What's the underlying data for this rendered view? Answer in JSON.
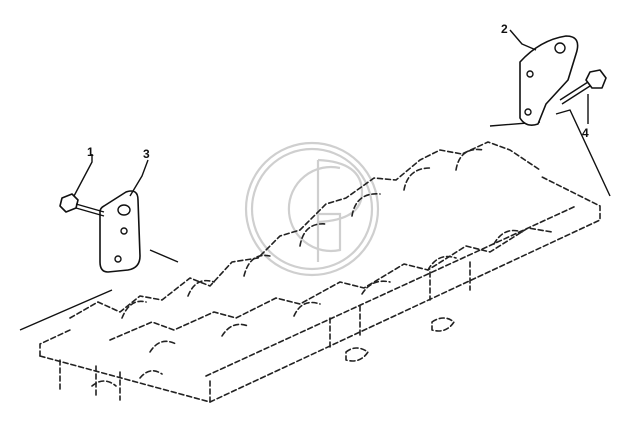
{
  "callouts": {
    "label_1": "1",
    "label_2": "2",
    "label_3": "3",
    "label_4": "4"
  },
  "watermark": {
    "color": "#cfcfcf"
  },
  "line_color": "#111111"
}
